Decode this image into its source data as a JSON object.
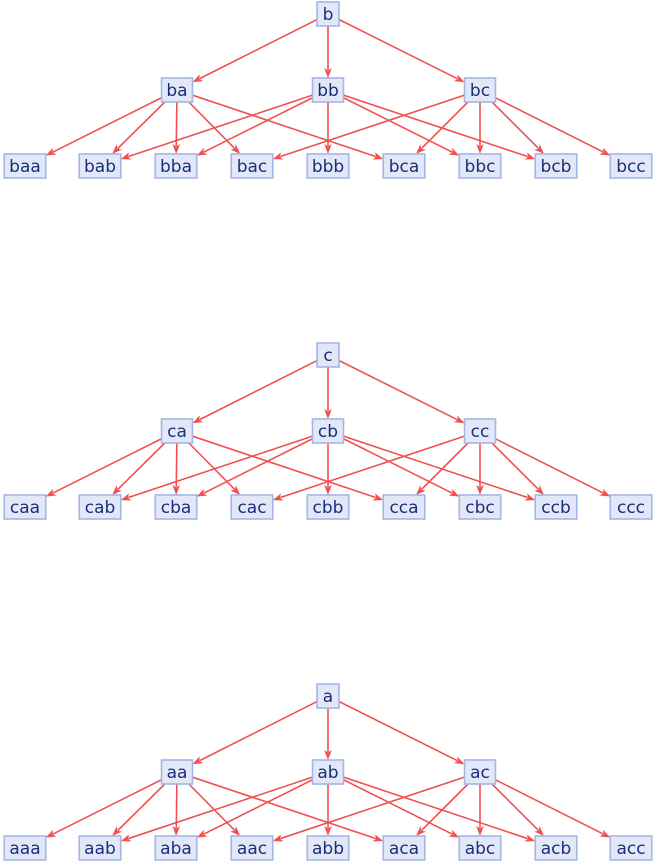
{
  "title": "Ternary string extension trees",
  "colors": {
    "edge": "#f25050",
    "node_fill": "#e2e8f7",
    "node_stroke": "#a4b6e6",
    "label": "#1a2f7a"
  },
  "alphabet": [
    "a",
    "b",
    "c"
  ],
  "trees": [
    {
      "root": "b",
      "level2": [
        "ba",
        "bb",
        "bc"
      ],
      "level3": [
        "baa",
        "bab",
        "bba",
        "bac",
        "bbb",
        "bca",
        "bbc",
        "bcb",
        "bcc"
      ],
      "edges": [
        [
          "b",
          "ba"
        ],
        [
          "b",
          "bb"
        ],
        [
          "b",
          "bc"
        ],
        [
          "ba",
          "baa"
        ],
        [
          "ba",
          "bab"
        ],
        [
          "ba",
          "bba"
        ],
        [
          "ba",
          "bac"
        ],
        [
          "ba",
          "bca"
        ],
        [
          "bb",
          "bab"
        ],
        [
          "bb",
          "bba"
        ],
        [
          "bb",
          "bbb"
        ],
        [
          "bb",
          "bbc"
        ],
        [
          "bb",
          "bcb"
        ],
        [
          "bc",
          "bac"
        ],
        [
          "bc",
          "bca"
        ],
        [
          "bc",
          "bbc"
        ],
        [
          "bc",
          "bcb"
        ],
        [
          "bc",
          "bcc"
        ]
      ]
    },
    {
      "root": "c",
      "level2": [
        "ca",
        "cb",
        "cc"
      ],
      "level3": [
        "caa",
        "cab",
        "cba",
        "cac",
        "cbb",
        "cca",
        "cbc",
        "ccb",
        "ccc"
      ],
      "edges": [
        [
          "c",
          "ca"
        ],
        [
          "c",
          "cb"
        ],
        [
          "c",
          "cc"
        ],
        [
          "ca",
          "caa"
        ],
        [
          "ca",
          "cab"
        ],
        [
          "ca",
          "cba"
        ],
        [
          "ca",
          "cac"
        ],
        [
          "ca",
          "cca"
        ],
        [
          "cb",
          "cab"
        ],
        [
          "cb",
          "cba"
        ],
        [
          "cb",
          "cbb"
        ],
        [
          "cb",
          "cbc"
        ],
        [
          "cb",
          "ccb"
        ],
        [
          "cc",
          "cac"
        ],
        [
          "cc",
          "cca"
        ],
        [
          "cc",
          "cbc"
        ],
        [
          "cc",
          "ccb"
        ],
        [
          "cc",
          "ccc"
        ]
      ]
    },
    {
      "root": "a",
      "level2": [
        "aa",
        "ab",
        "ac"
      ],
      "level3": [
        "aaa",
        "aab",
        "aba",
        "aac",
        "abb",
        "aca",
        "abc",
        "acb",
        "acc"
      ],
      "edges": [
        [
          "a",
          "aa"
        ],
        [
          "a",
          "ab"
        ],
        [
          "a",
          "ac"
        ],
        [
          "aa",
          "aaa"
        ],
        [
          "aa",
          "aab"
        ],
        [
          "aa",
          "aba"
        ],
        [
          "aa",
          "aac"
        ],
        [
          "aa",
          "aca"
        ],
        [
          "ab",
          "aab"
        ],
        [
          "ab",
          "aba"
        ],
        [
          "ab",
          "abb"
        ],
        [
          "ab",
          "abc"
        ],
        [
          "ab",
          "acb"
        ],
        [
          "ac",
          "aac"
        ],
        [
          "ac",
          "aca"
        ],
        [
          "ac",
          "abc"
        ],
        [
          "ac",
          "acb"
        ],
        [
          "ac",
          "acc"
        ]
      ]
    }
  ]
}
